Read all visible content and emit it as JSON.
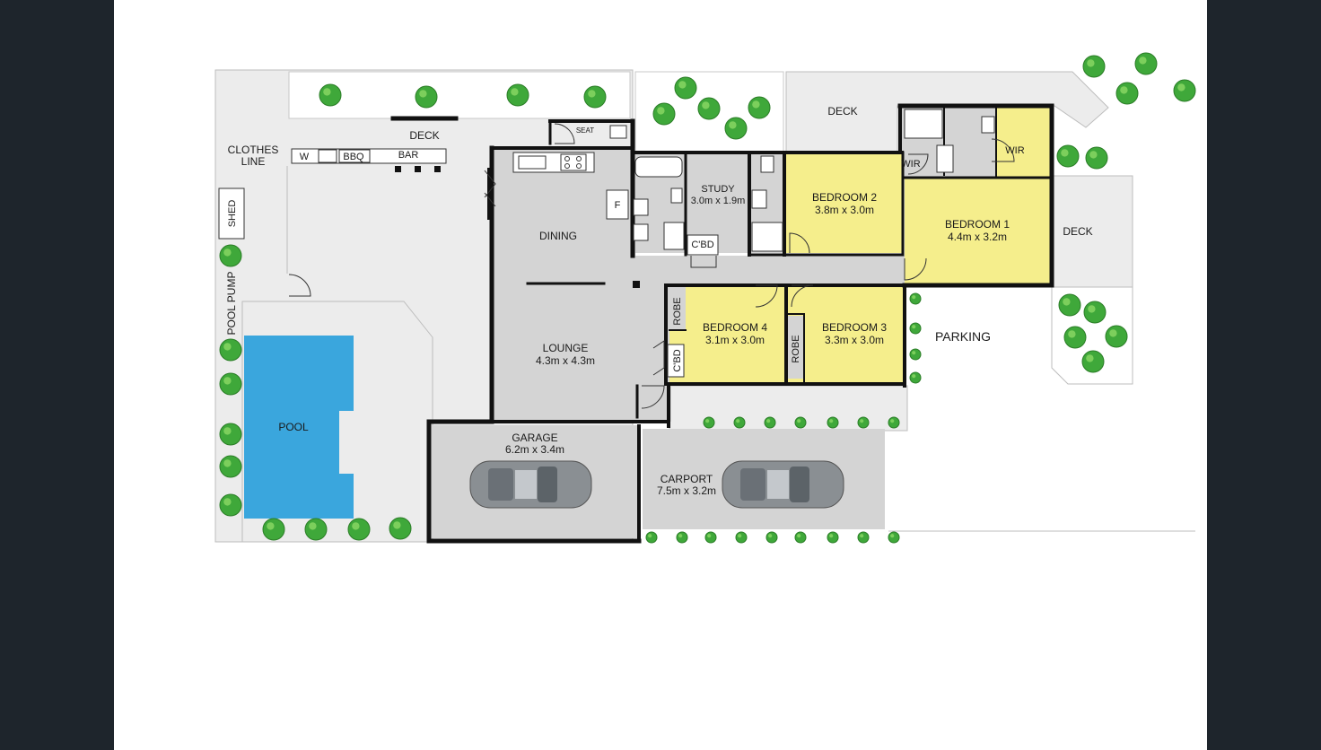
{
  "labels": {
    "clothes_line": [
      "CLOTHES",
      "LINE"
    ],
    "deck_left": "DECK",
    "deck_center": "DECK",
    "deck_right": "DECK",
    "seat": "SEAT",
    "washer": "W",
    "bbq": "BBQ",
    "bar": "BAR",
    "shed": "SHED",
    "pool_pump": "POOL PUMP",
    "pool": "POOL",
    "fridge": "F",
    "dining": "DINING",
    "lounge": {
      "name": "LOUNGE",
      "size": "4.3m x 4.3m"
    },
    "study": {
      "name": "STUDY",
      "size": "3.0m x 1.9m"
    },
    "cbd_study": "C'BD",
    "cbd_hall": "C'BD",
    "bedroom2": {
      "name": "BEDROOM 2",
      "size": "3.8m x 3.0m"
    },
    "bedroom1": {
      "name": "BEDROOM 1",
      "size": "4.4m x 3.2m"
    },
    "bedroom4": {
      "name": "BEDROOM 4",
      "size": "3.1m x 3.0m"
    },
    "bedroom3": {
      "name": "BEDROOM 3",
      "size": "3.3m x 3.0m"
    },
    "robe4": "ROBE",
    "robe3": "ROBE",
    "wir_left": "WIR",
    "wir_right": "WIR",
    "parking": "PARKING",
    "garage": {
      "name": "GARAGE",
      "size": "6.2m x 3.4m"
    },
    "carport": {
      "name": "CARPORT",
      "size": "7.5m x 3.2m"
    }
  },
  "colors": {
    "background": "#1e252c",
    "sheet": "#ffffff",
    "floor": "#d4d4d4",
    "outdoor": "#ececec",
    "bedroom": "#f5ee8c",
    "pool": "#3aa6dd",
    "wall": "#111111",
    "shrub": "#3fa83a"
  }
}
